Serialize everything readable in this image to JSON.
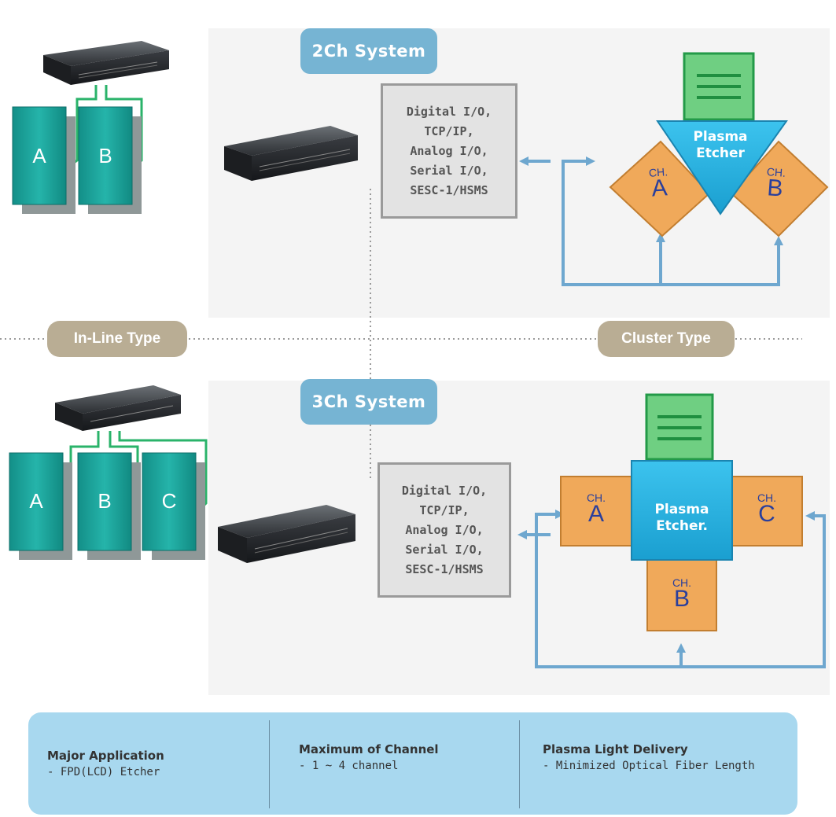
{
  "colors": {
    "pill": "#76b4d3",
    "tag": "#b9ad94",
    "teal": "#1fa79e",
    "orange": "#f0a95a",
    "plasma": "#23b0de",
    "controller_screen": "#6fcf82",
    "line_blue": "#6ea7cf",
    "green_wire": "#2ab36a",
    "info_bg": "#a8d8ef"
  },
  "top": {
    "system_title": "2Ch System",
    "io_lines": [
      "Digital I/O,",
      "TCP/IP,",
      "Analog I/O,",
      "Serial I/O,",
      "SESC-1/HSMS"
    ],
    "inline_bays": [
      "A",
      "B"
    ],
    "etcher_lines": [
      "Plasma",
      "Etcher"
    ],
    "chambers": [
      {
        "label": "CH.",
        "value": "A"
      },
      {
        "label": "CH.",
        "value": "B"
      }
    ]
  },
  "divider": {
    "inline_label": "In-Line Type",
    "cluster_label": "Cluster Type"
  },
  "bottom": {
    "system_title": "3Ch System",
    "io_lines": [
      "Digital I/O,",
      "TCP/IP,",
      "Analog I/O,",
      "Serial I/O,",
      "SESC-1/HSMS"
    ],
    "inline_bays": [
      "A",
      "B",
      "C"
    ],
    "etcher_lines": [
      "Plasma",
      "Etcher."
    ],
    "chambers": [
      {
        "label": "CH.",
        "value": "A"
      },
      {
        "label": "CH.",
        "value": "C"
      },
      {
        "label": "CH.",
        "value": "B"
      }
    ]
  },
  "info": [
    {
      "title": "Major Application",
      "detail": "- FPD(LCD) Etcher"
    },
    {
      "title": "Maximum of Channel",
      "detail": "- 1 ~ 4 channel"
    },
    {
      "title": "Plasma Light Delivery",
      "detail": "- Minimized Optical Fiber Length"
    }
  ]
}
